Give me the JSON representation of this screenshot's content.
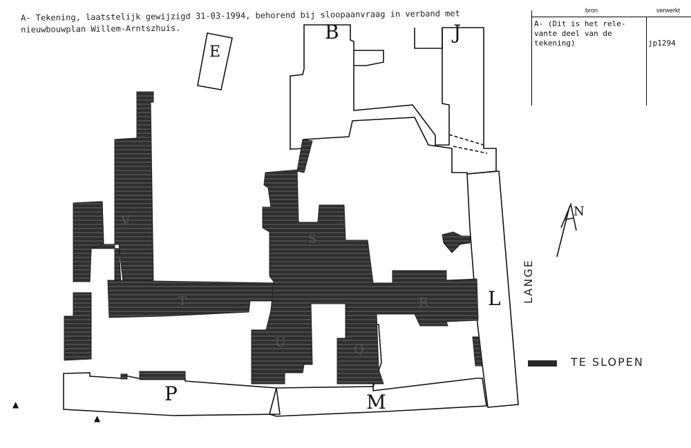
{
  "caption": {
    "line1": "A- Tekening, laatstelijk gewijzigd 31-03-1994, behorend bij sloopaanvraag in verband met",
    "line2": "nieuwbouwplan Willem-Arntszhuis."
  },
  "meta_table": {
    "header_bron": "bron",
    "header_verwerkt": "verwerkt",
    "bron_text": "A- (Dit is het rele-\nvante deel van de\ntekening)",
    "verwerkt_text": "jp1294"
  },
  "building_labels": {
    "E": "E",
    "B": "B",
    "J": "J",
    "L": "L",
    "P": "P",
    "M": "M",
    "V": "V",
    "S": "S",
    "R": "R",
    "Q": "Q",
    "T": "T",
    "U": "U"
  },
  "north_label": "N",
  "street_label": "LANGE",
  "legend": {
    "label": "TE SLOPEN"
  },
  "colors": {
    "demolish_fill": "#2a2a2a",
    "line": "#111111"
  }
}
